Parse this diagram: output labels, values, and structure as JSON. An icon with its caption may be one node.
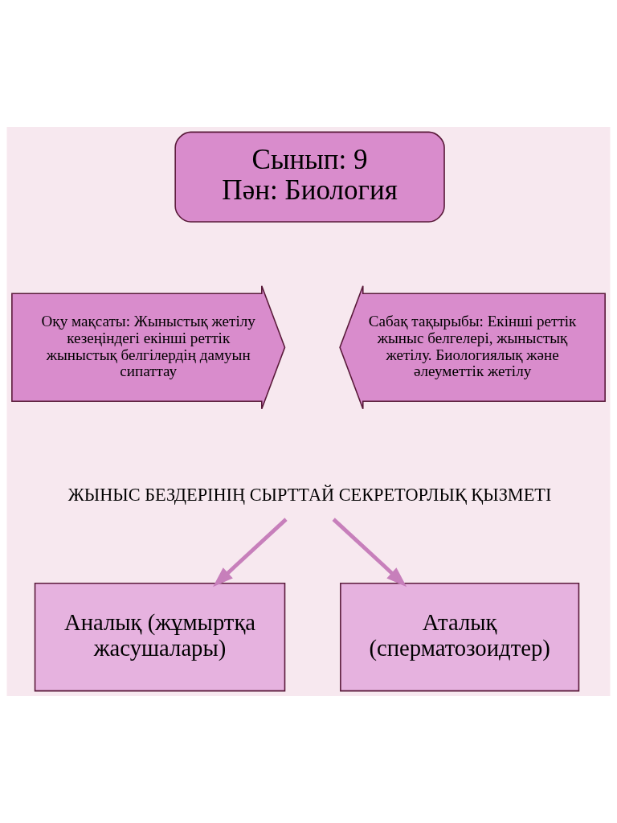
{
  "diagram": {
    "nodes": [
      {
        "text": [
          "Сынып: 9",
          "Пән: Биология"
        ]
      },
      {
        "text": [
          "Оқу мақсаты: Жыныстық жетілу кезеңіндегі екінші реттік жыныстық белгілердің дамуын сипаттау"
        ]
      },
      {
        "text": [
          "Сабақ тақырыбы: Екінші реттік жыныс белгелері, жыныстық жетілу. Биологиялық және әлеуметтік жетілу"
        ]
      },
      {
        "text": [
          "ЖЫНЫС БЕЗДЕРІНІҢ СЫРТТАЙ СЕКРЕТОРЛЫҚ ҚЫЗМЕТІ"
        ]
      },
      {
        "text": [
          "Аналық (жұмыртқа жасушалары)"
        ]
      },
      {
        "text": [
          "Аталық (сперматозоидтер)"
        ]
      }
    ],
    "edges": [
      {
        "from": 3,
        "to": 4,
        "arrow": "to"
      },
      {
        "from": 3,
        "to": 5,
        "arrow": "to"
      }
    ]
  }
}
